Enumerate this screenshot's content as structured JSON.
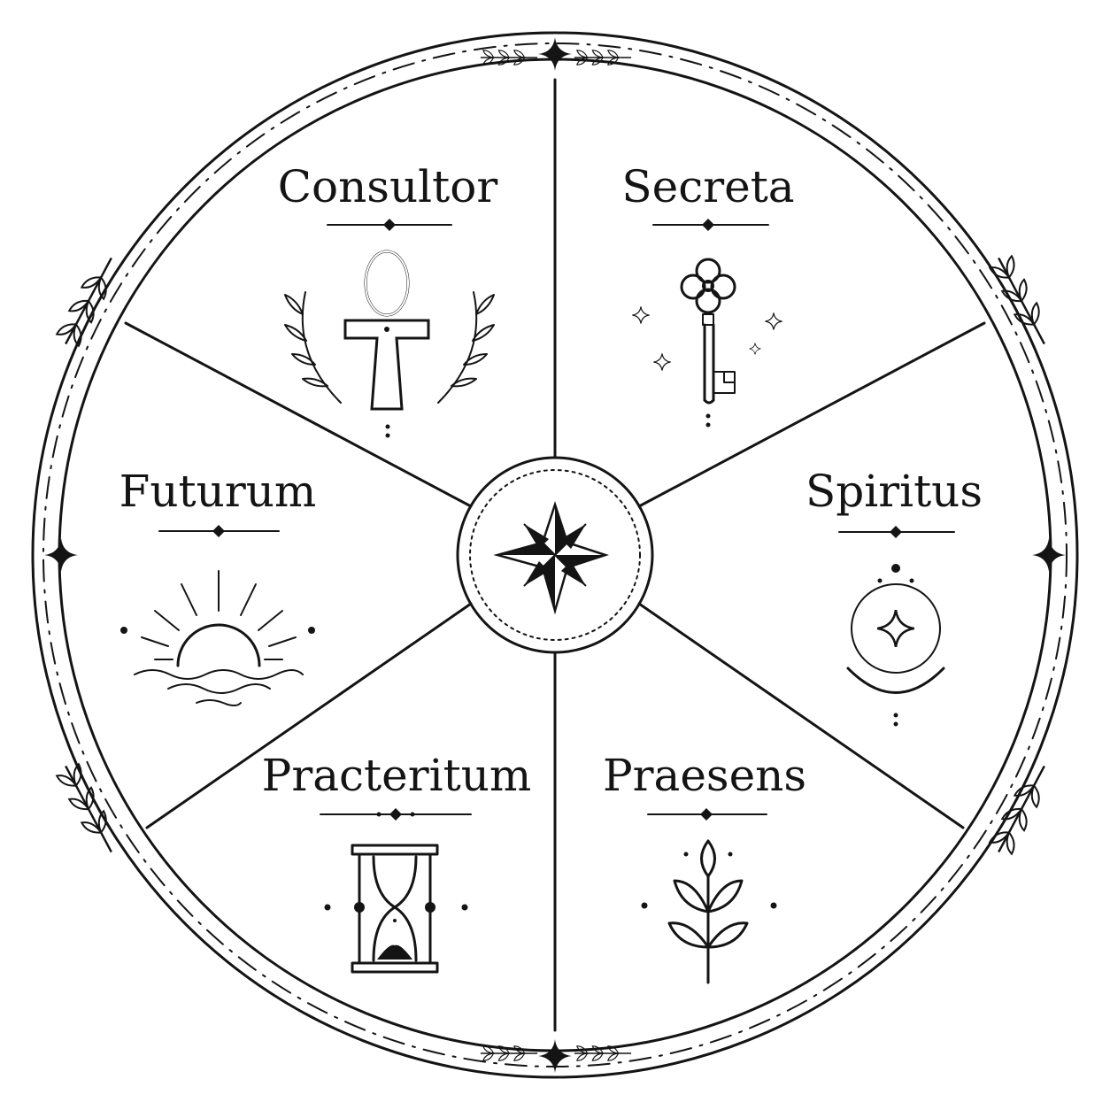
{
  "segments": [
    {
      "id": "consultor",
      "label": "Consultor",
      "icon": "ankh-icon"
    },
    {
      "id": "secreta",
      "label": "Secreta",
      "icon": "key-icon"
    },
    {
      "id": "spiritus",
      "label": "Spiritus",
      "icon": "crescent-star-icon"
    },
    {
      "id": "praesens",
      "label": "Praesens",
      "icon": "sprout-icon"
    },
    {
      "id": "practeritum",
      "label": "Practeritum",
      "icon": "hourglass-icon"
    },
    {
      "id": "futurum",
      "label": "Futurum",
      "icon": "sunrise-icon"
    }
  ],
  "center": {
    "icon": "compass-star-icon"
  },
  "colors": {
    "ink": "#141414",
    "background": "#ffffff"
  }
}
